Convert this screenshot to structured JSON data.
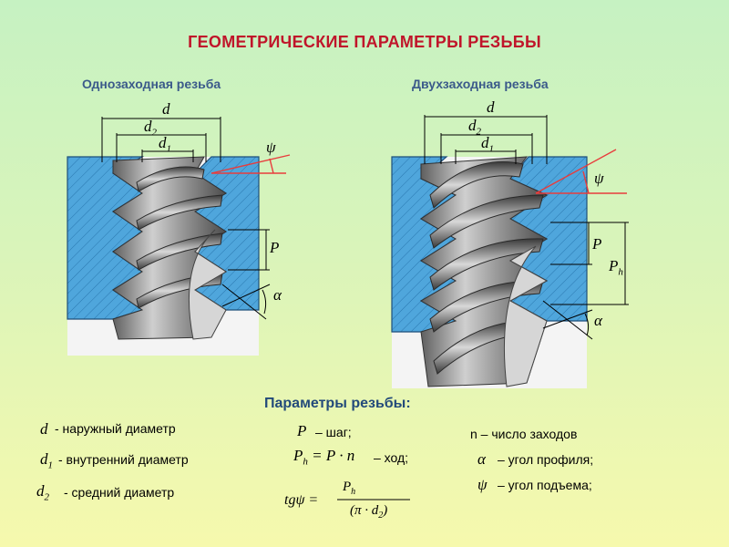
{
  "title": "ГЕОМЕТРИЧЕСКИЕ ПАРАМЕТРЫ РЕЗЬБЫ",
  "left_diagram": {
    "subtitle": "Однозаходная резьба",
    "labels": {
      "d": "d",
      "d2": "d",
      "d2_sub": "2",
      "d1": "d",
      "d1_sub": "1",
      "psi": "ψ",
      "P": "P",
      "alpha": "α"
    }
  },
  "right_diagram": {
    "subtitle": "Двухзаходная резьба",
    "labels": {
      "d": "d",
      "d2": "d",
      "d2_sub": "2",
      "d1": "d",
      "d1_sub": "1",
      "psi": "ψ",
      "P": "P",
      "Ph": "P",
      "Ph_sub": "h",
      "alpha": "α"
    }
  },
  "params": {
    "title": "Параметры резьбы:",
    "outer_symbol": "d",
    "outer_text": "- наружный диаметр",
    "inner_symbol": "d",
    "inner_sub": "1",
    "inner_text": "- внутренний диаметр",
    "mid_symbol": "d",
    "mid_sub": "2",
    "mid_text": "- средний диаметр",
    "pitch_symbol": "P",
    "pitch_text": "– шаг;",
    "lead_formula": "P",
    "lead_formula_sub": "h",
    "lead_formula_rest": " = P · n",
    "lead_text": "– ход;",
    "n_text": "n – число заходов",
    "alpha_symbol": "α",
    "alpha_text": "– угол профиля;",
    "psi_symbol": "ψ",
    "psi_text": "– угол подъема;",
    "tg_lhs": "tgψ =",
    "tg_num": "P",
    "tg_num_sub": "h",
    "tg_den": "(π · d",
    "tg_den_sub": "2",
    "tg_den_close": ")"
  },
  "colors": {
    "title": "#c0152a",
    "subtitle": "#3b5a8a",
    "nut_blue": "#4fa6dc",
    "bolt_gray": "#8a8a8a",
    "angle_line": "#e83c3c",
    "background_top": "#c6f2c2",
    "background_bottom": "#f6f9ad"
  }
}
